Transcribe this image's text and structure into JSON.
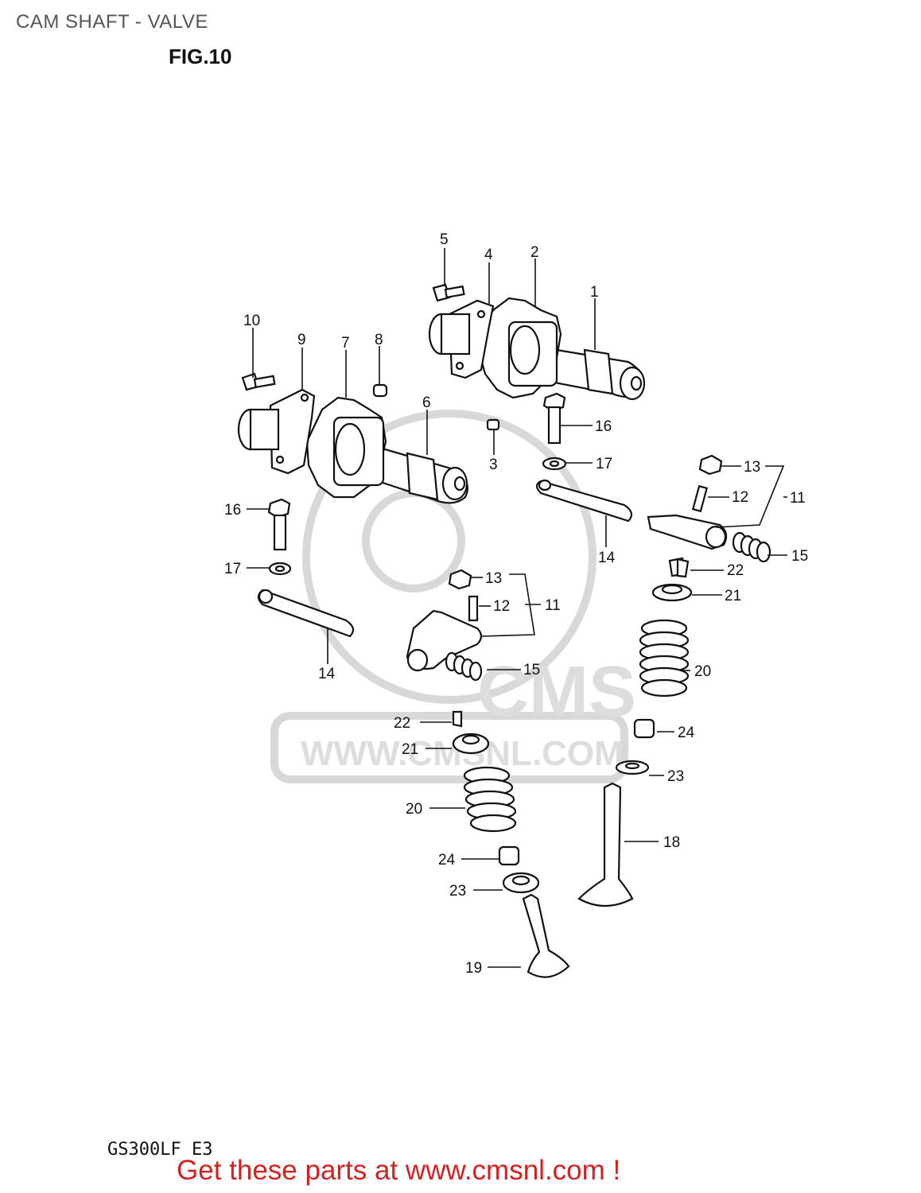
{
  "title": "CAM SHAFT - VALVE",
  "figure": "FIG.10",
  "model_code": "GS300LF E3",
  "promo_text": "Get these parts at www.cmsnl.com !",
  "watermark": {
    "brand": "CMS",
    "url": "WWW.CMSNL.COM"
  },
  "colors": {
    "promo": "#d61f1f",
    "line": "#111111",
    "watermark": "#d8d8d8"
  },
  "callouts": {
    "c1": "1",
    "c2": "2",
    "c3": "3",
    "c4": "4",
    "c5": "5",
    "c6": "6",
    "c7": "7",
    "c8": "8",
    "c9": "9",
    "c10": "10",
    "c11a": "11",
    "c11b": "11",
    "c12a": "12",
    "c12b": "12",
    "c13a": "13",
    "c13b": "13",
    "c14a": "14",
    "c14b": "14",
    "c15a": "15",
    "c15b": "15",
    "c16a": "16",
    "c16b": "16",
    "c17a": "17",
    "c17b": "17",
    "c18": "18",
    "c19": "19",
    "c20a": "20",
    "c20b": "20",
    "c21a": "21",
    "c21b": "21",
    "c22a": "22",
    "c22b": "22",
    "c23a": "23",
    "c23b": "23",
    "c24a": "24",
    "c24b": "24"
  }
}
